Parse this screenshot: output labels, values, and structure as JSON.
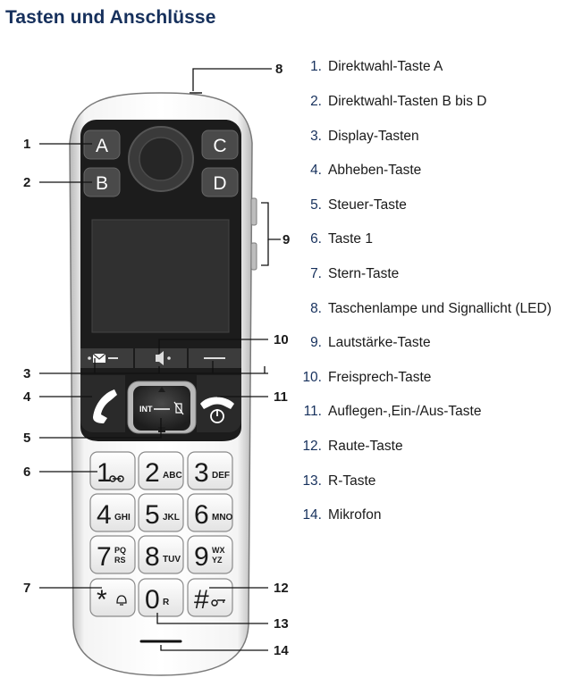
{
  "page": {
    "title": "Tasten und Anschlüsse"
  },
  "legend": [
    {
      "num": "1.",
      "label": "Direktwahl-Taste A"
    },
    {
      "num": "2.",
      "label": "Direktwahl-Tasten B bis D"
    },
    {
      "num": "3.",
      "label": "Display-Tasten"
    },
    {
      "num": "4.",
      "label": "Abheben-Taste"
    },
    {
      "num": "5.",
      "label": "Steuer-Taste"
    },
    {
      "num": "6.",
      "label": "Taste 1"
    },
    {
      "num": "7.",
      "label": "Stern-Taste"
    },
    {
      "num": "8.",
      "label": "Taschenlampe und Signallicht (LED)"
    },
    {
      "num": "9.",
      "label": "Lautstärke-Taste"
    },
    {
      "num": "10.",
      "label": "Freisprech-Taste"
    },
    {
      "num": "11.",
      "label": "Auflegen-,Ein-/Aus-Taste"
    },
    {
      "num": "12.",
      "label": "Raute-Taste"
    },
    {
      "num": "13.",
      "label": "R-Taste"
    },
    {
      "num": "14.",
      "label": "Mikrofon"
    }
  ],
  "callouts": [
    "1",
    "2",
    "3",
    "4",
    "5",
    "6",
    "7",
    "8",
    "9",
    "10",
    "11",
    "12",
    "13",
    "14"
  ],
  "phone": {
    "direct_keys": [
      "A",
      "B",
      "C",
      "D"
    ],
    "control_key_label": "INT",
    "keypad": [
      {
        "digit": "1",
        "letters": ""
      },
      {
        "digit": "2",
        "letters": "ABC"
      },
      {
        "digit": "3",
        "letters": "DEF"
      },
      {
        "digit": "4",
        "letters": "GHI"
      },
      {
        "digit": "5",
        "letters": "JKL"
      },
      {
        "digit": "6",
        "letters": "MNO"
      },
      {
        "digit": "7",
        "letters": "PQ RS"
      },
      {
        "digit": "8",
        "letters": "TUV"
      },
      {
        "digit": "9",
        "letters": "WX YZ"
      },
      {
        "digit": "*",
        "letters": ""
      },
      {
        "digit": "0",
        "letters": "R"
      },
      {
        "digit": "#",
        "letters": ""
      }
    ]
  },
  "colors": {
    "title": "#16305c",
    "legend_number": "#16305c",
    "phone_body": "#1c1c1c",
    "phone_frame": "#e9e9e9"
  }
}
